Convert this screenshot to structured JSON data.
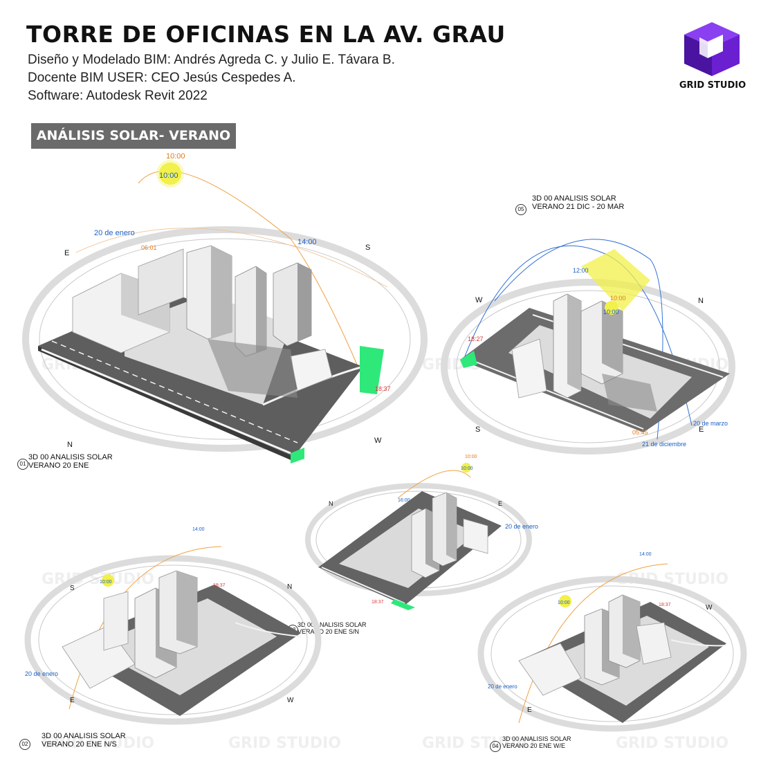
{
  "header": {
    "title": "TORRE DE OFICINAS EN LA AV. GRAU",
    "credits": [
      "Diseño y Modelado BIM: Andrés Agreda C. y Julio E. Távara B.",
      "Docente BIM USER: CEO Jesús Cespedes A.",
      "Software: Autodesk Revit 2022"
    ],
    "section_label": "ANÁLISIS SOLAR- VERANO"
  },
  "brand": {
    "name": "GRID STUDIO",
    "accent": "#6a1fd1",
    "watermark": "GRID STUDIO"
  },
  "colors": {
    "sun": "#f2f04a",
    "green": "#2ee87a",
    "sun_path_blue": "#2f6fd6",
    "sun_path_orange": "#f0a040",
    "time_orange": "#e07a1a",
    "time_red": "#d83a3a",
    "label_blue": "#1b5fc4"
  },
  "views": [
    {
      "number": "01",
      "caption": [
        "3D 00 ANALISIS SOLAR",
        "VERANO 20 ENE"
      ],
      "compass": {
        "e": "E",
        "s": "S",
        "n": "N",
        "w": "W"
      },
      "date_label": "20 de enero",
      "times": {
        "sun_top": "10:00",
        "sun_bottom": "10:00",
        "noon": "14:00",
        "morning": "06:01",
        "evening": "18:37"
      }
    },
    {
      "number": "05",
      "caption": [
        "3D 00 ANALISIS SOLAR",
        "VERANO 21 DIC - 20 MAR"
      ],
      "compass": {
        "w": "W",
        "n": "N",
        "s": "S",
        "e": "E"
      },
      "date_labels": [
        "20 de marzo",
        "21 de diciembre"
      ],
      "times": {
        "noon": "12:00",
        "sun_top": "10:00",
        "sun_bottom": "10:00",
        "left": "18:27",
        "right": "05:45"
      }
    },
    {
      "number": "02",
      "caption": [
        "3D 00 ANALISIS SOLAR",
        "VERANO 20 ENE N/S"
      ],
      "compass": {
        "s": "S",
        "n": "N",
        "e": "E",
        "w": "W"
      },
      "date_label": "20 de enero",
      "times": {
        "noon": "14:00",
        "sun": "10:00",
        "evening": "18:37"
      }
    },
    {
      "number": "03",
      "caption": [
        "3D 00 ANALISIS SOLAR",
        "VERANO 20 ENE S/N"
      ],
      "compass": {
        "n": "N",
        "e": "E"
      },
      "date_label": "20 de enero",
      "times": {
        "sun_top": "10:00",
        "sun_bottom": "10:00",
        "left": "16:00",
        "evening": "18:37"
      }
    },
    {
      "number": "04",
      "caption": [
        "3D 00 ANALISIS SOLAR",
        "VERANO 20 ENE W/E"
      ],
      "compass": {
        "w": "W",
        "e": "E"
      },
      "date_label": "20 de enero",
      "times": {
        "noon": "14:00",
        "sun": "10:00",
        "evening": "18:37"
      }
    }
  ]
}
